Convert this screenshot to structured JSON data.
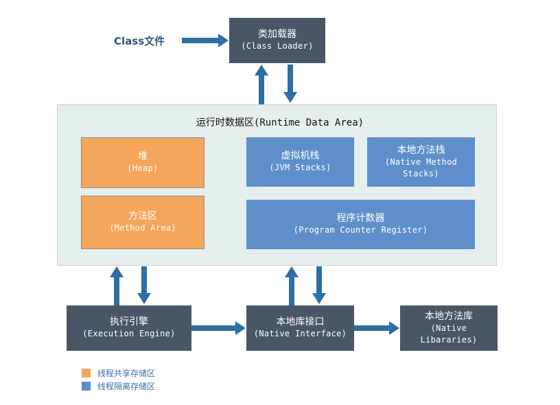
{
  "class_file": "Class文件",
  "class_loader": {
    "zh": "类加载器",
    "en": "(Class Loader)"
  },
  "runtime_area": {
    "zh": "运行时数据区",
    "en": "(Runtime Data Area)"
  },
  "heap": {
    "zh": "堆",
    "en": "(Heap)"
  },
  "method_area": {
    "zh": "方法区",
    "en": "(Method Area)"
  },
  "jvm_stacks": {
    "zh": "虚拟机栈",
    "en": "(JVM Stacks)"
  },
  "native_method_stacks": {
    "zh": "本地方法栈",
    "en1": "(Native Method",
    "en2": "Stacks)"
  },
  "program_counter": {
    "zh": "程序计数器",
    "en": "(Program Counter Register)"
  },
  "execution_engine": {
    "zh": "执行引擎",
    "en": "(Execution Engine)"
  },
  "native_interface": {
    "zh": "本地库接口",
    "en": "(Native Interface)"
  },
  "native_libraries": {
    "zh": "本地方法库",
    "en1": "(Native",
    "en2": "Libararies)"
  },
  "legend": [
    {
      "label": "线程共享存储区",
      "color": "#f4a65c"
    },
    {
      "label": "线程隔离存储区",
      "color": "#5f8fcb"
    }
  ],
  "colors": {
    "arrow": "#2d6ea3",
    "dark_box": "#4a5566",
    "area_bg": "#e6eeee"
  }
}
